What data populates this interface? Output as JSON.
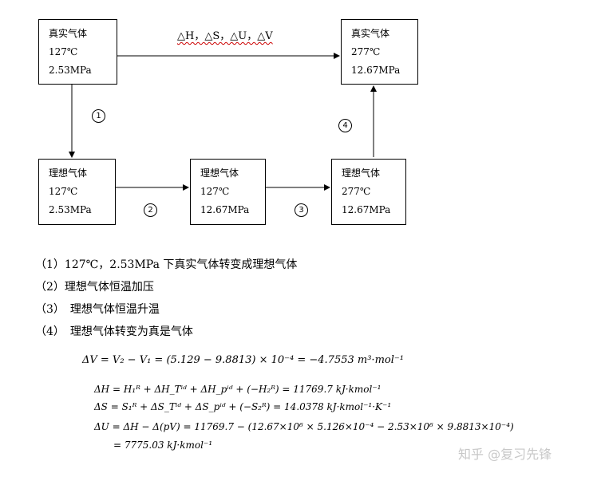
{
  "boxes": {
    "top_left": {
      "line1": "真实气体",
      "line2": "127℃",
      "line3": "2.53MPa"
    },
    "top_right": {
      "line1": "真实气体",
      "line2": "277℃",
      "line3": "12.67MPa"
    },
    "bottom_left": {
      "line1": "理想气体",
      "line2": "127℃",
      "line3": "2.53MPa"
    },
    "bottom_mid": {
      "line1": "理想气体",
      "line2": "127℃",
      "line3": "12.67MPa"
    },
    "bottom_right": {
      "line1": "理想气体",
      "line2": "277℃",
      "line3": "12.67MPa"
    }
  },
  "top_arrow_label": "△H，△S，△U，△V",
  "step_markers": {
    "m1": "1",
    "m2": "2",
    "m3": "3",
    "m4": "4"
  },
  "steps": [
    "（1）127℃，2.53MPa 下真实气体转变成理想气体",
    "（2）理想气体恒温加压",
    "（3）　理想气体恒温升温",
    "（4）　理想气体转变为真是气体"
  ],
  "equations": {
    "dV": "ΔV = V₂ − V₁ = (5.129 − 9.8813) × 10⁻⁴ = −4.7553  m³·mol⁻¹",
    "dH": "ΔH = H₁ᴿ + ΔH_Tⁱᵈ + ΔH_pⁱᵈ + (−H₂ᴿ) = 11769.7  kJ·kmol⁻¹",
    "dS": "ΔS = S₁ᴿ + ΔS_Tⁱᵈ + ΔS_pⁱᵈ + (−S₂ᴿ) = 14.0378  kJ·kmol⁻¹·K⁻¹",
    "dU": "ΔU = ΔH − Δ(pV) = 11769.7 − (12.67×10⁶ × 5.126×10⁻⁴ − 2.53×10⁶ × 9.8813×10⁻⁴)",
    "dU_result": "= 7775.03  kJ·kmol⁻¹"
  },
  "watermark": "知乎 @复习先锋"
}
